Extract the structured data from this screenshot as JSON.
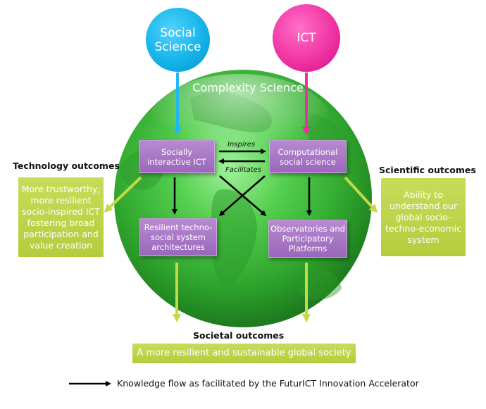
{
  "top_circles": {
    "social_science": "Social\nScience",
    "ict": "ICT"
  },
  "globe_label": "Complexity Science",
  "boxes": {
    "socially_interactive_ict": "Socially\ninteractive ICT",
    "computational_social_science": "Computational\nsocial science",
    "resilient_architectures": "Resilient techno-\nsocial system\narchitectures",
    "observatories": "Observatories and\nParticipatory\nPlatforms"
  },
  "arrow_labels": {
    "inspires": "Inspires",
    "facilitates": "Facilitates"
  },
  "outcomes": {
    "technology_heading": "Technology outcomes",
    "technology_text": "More trustworthy,\nmore resilient\nsocio-inspired ICT\nfostering broad\nparticipation and\nvalue creation",
    "scientific_heading": "Scientific outcomes",
    "scientific_text": "Ability to\nunderstand our\nglobal socio-\ntechno-economic\nsystem",
    "societal_heading": "Societal outcomes",
    "societal_text": "A more resilient and sustainable global society"
  },
  "legend": {
    "text": "Knowledge flow as facilitated by the FuturICT Innovation Accelerator"
  },
  "colors": {
    "social_science": "#12b0e8",
    "ict": "#ef2fa0",
    "globe": "#3fbf3f",
    "box_purple": "#a574c4",
    "outcome_green": "#bcd24a"
  }
}
